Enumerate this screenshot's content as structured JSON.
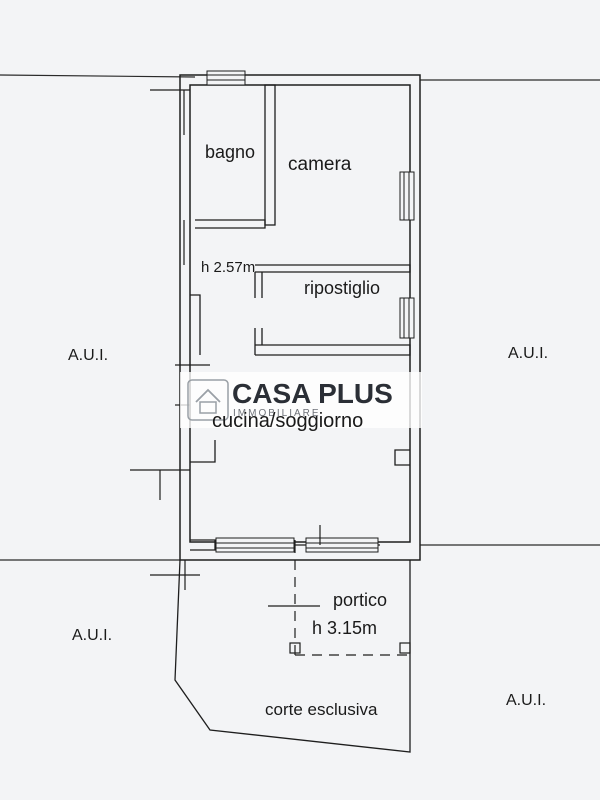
{
  "rooms": {
    "bagno": "bagno",
    "camera": "camera",
    "height_upper": "h 2.57m",
    "ripostiglio": "ripostiglio",
    "cucina_soggiorno": "cucina/soggiorno",
    "portico": "portico",
    "height_portico": "h 3.15m",
    "corte": "corte esclusiva"
  },
  "neighbors": {
    "upper_left": "A.U.I.",
    "upper_right": "A.U.I.",
    "lower_left": "A.U.I.",
    "lower_right": "A.U.I."
  },
  "watermark": {
    "brand": "CASA PLUS",
    "sub": "IMMOBILIARE"
  },
  "colors": {
    "paper": "#f3f4f6",
    "ink": "#1e1e1e",
    "watermark_band": "#ffffff"
  }
}
